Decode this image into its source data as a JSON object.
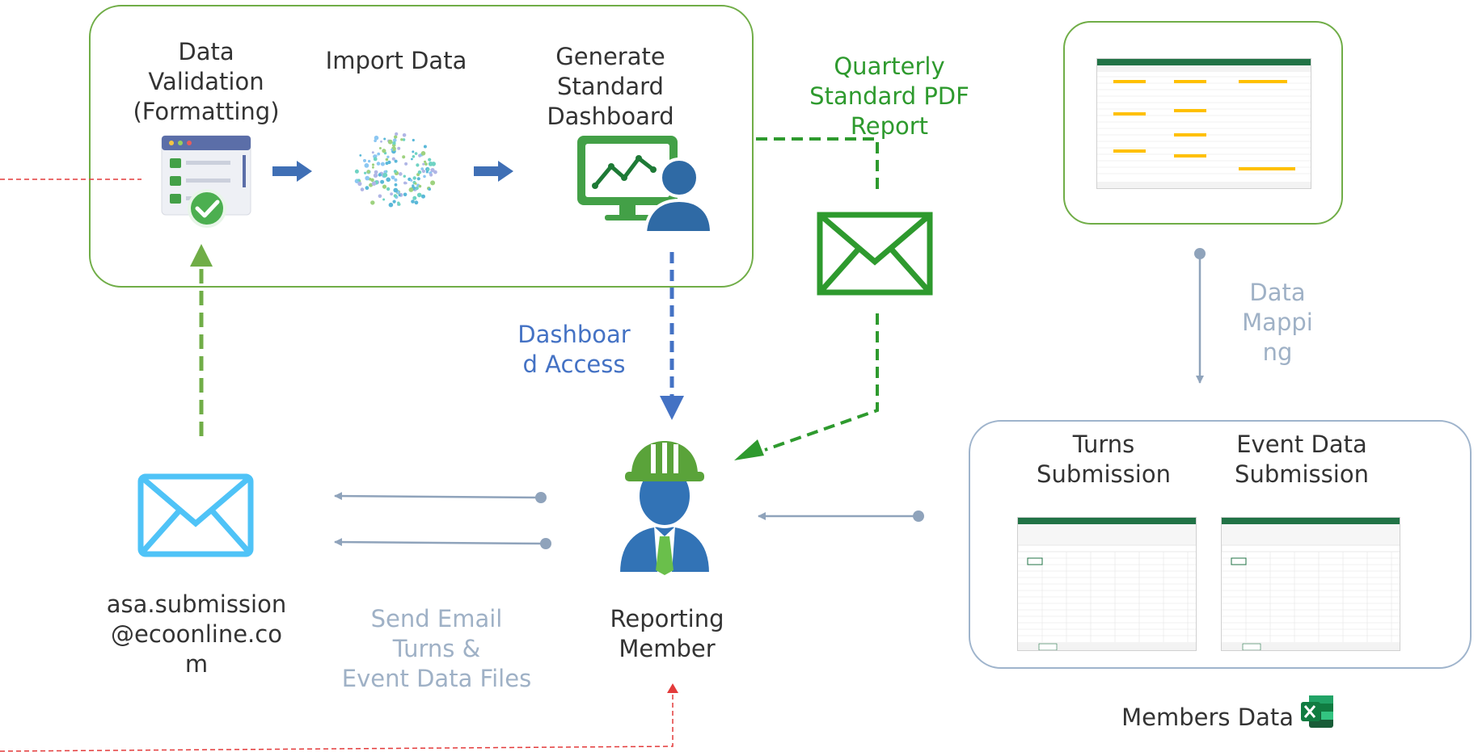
{
  "labels": {
    "data_validation": "Data\nValidation\n(Formatting)",
    "import_data": "Import Data",
    "generate_dashboard": "Generate\nStandard\nDashboard",
    "quarterly_report": "Quarterly\nStandard PDF\nReport",
    "dashboard_access": "Dashboar\nd Access",
    "data_mapping": "Data\nMappi\nng",
    "turns_submission": "Turns\nSubmission",
    "event_data_submission": "Event Data\nSubmission",
    "submission_email": "asa.submission\n@ecoonline.co\nm",
    "send_email": "Send Email\nTurns &\nEvent Data Files",
    "reporting_member": "Reporting\nMember",
    "members_data": "Members Data"
  },
  "icons": {
    "validation": "form-checklist-icon",
    "import": "data-scatter-icon",
    "dashboard": "monitor-chart-user-icon",
    "report_mail": "envelope-icon",
    "submission_mail": "envelope-icon",
    "member": "worker-hardhat-icon",
    "excel": "excel-logo-icon"
  },
  "colors": {
    "green": "#2e9a2e",
    "box_green": "#70ad47",
    "blue_arrow": "#4472c4",
    "grey_arrow": "#8fa3bb",
    "light_blue": "#4fc3f7",
    "red_dashed": "#e33b3b",
    "box_grey": "#9fb4cc"
  }
}
